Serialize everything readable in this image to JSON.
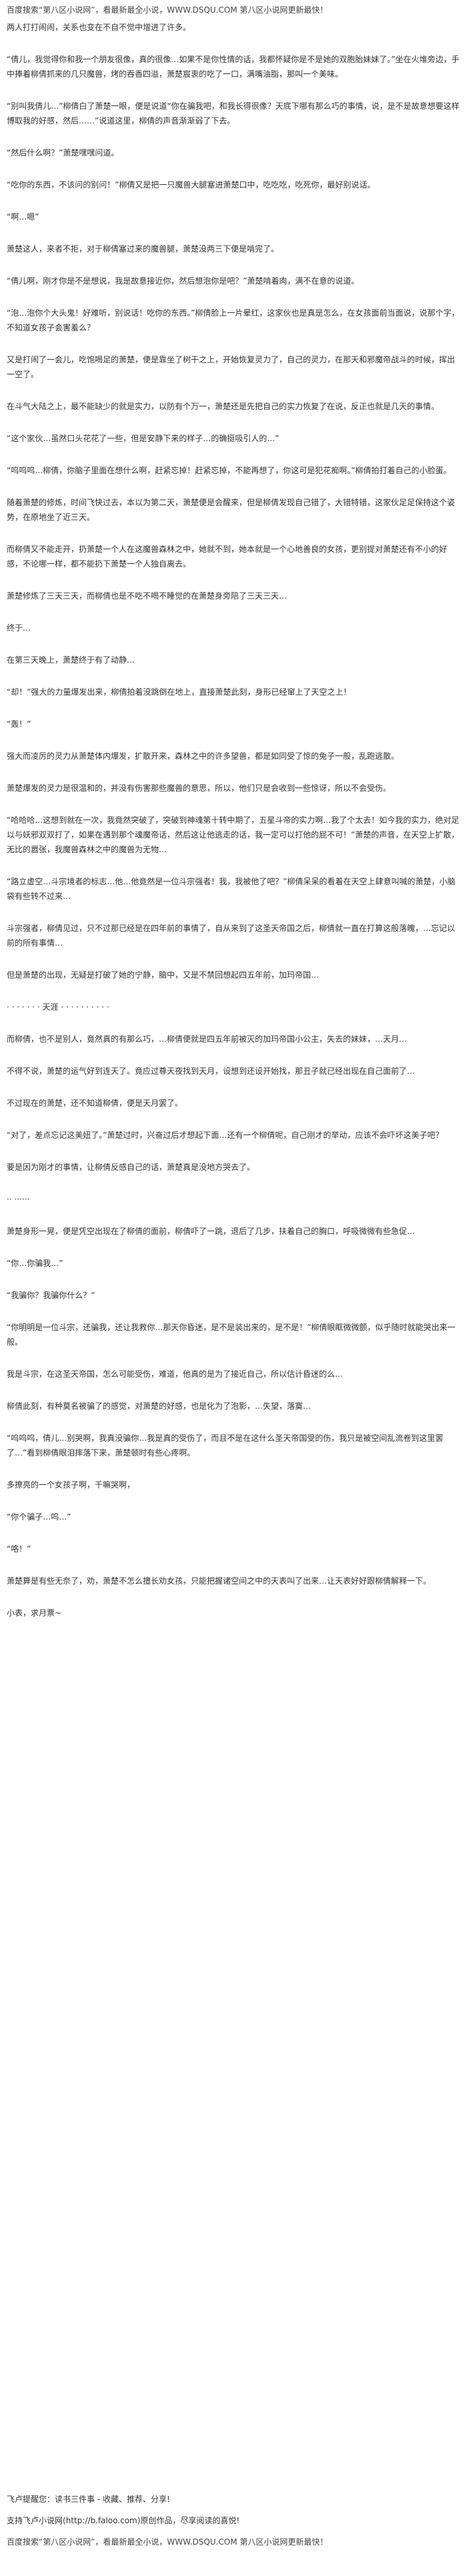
{
  "header": {
    "text": "百度搜索“第八区小说网”，看最新最全小说，WWW.DSQU.COM 第八区小说网更新最快！"
  },
  "paragraphs": [
    "两人打打闹闹，关系也变在不自不觉中增进了许多。",
    "“倩儿，我觉得你和我一个朋友很像，真的很像…如果不是你性情的话，我都怀疑你是不是她的双胞胎妹妹了。”坐在火堆旁边，手中捧着柳倩抓来的几只魔兽，烤的吞香四溢，萧楚宸衷的吃了一口，满嘴油脂，那叫一个美味。",
    "“别叫我倩儿…”柳倩白了萧楚一眼，便是说道“你在骗我吧，和我长得很像？天底下哪有那么巧的事情，说，是不是故意想要这样博取我的好感，然后……”说道这里，柳倩的声音渐渐弱了下去。",
    "“然后什么啊？”萧楚嘿嘿问道。",
    "“吃你的东西，不该问的别问！”柳倩又是把一只魔兽大腿塞进萧楚口中，吃吃吃，吃死你，最好别说话。",
    "“啊…嗯”",
    "萧楚这人，来者不拒，对于柳倩塞过来的魔兽腿，萧楚没两三下便是啃完了。",
    "“倩儿啊，刚才你是不是想说，我是故意接近你，然后想泡你是吧？”萧楚啃着肉，满不在意的说道。",
    "“泡…泡你个大头鬼！好难听，别说话！吃你的东西。”柳倩脸上一片晕红，这家伙也是真是怎么，在女孩面前当面说，说那个字，不知道女孩子会害羞么？",
    "又是打闹了一会儿，吃饱喝足的萧楚，便是靠坐了树干之上，开始恢复灵力了，自己的灵力，在那天和邪魔帝战斗的时候，挥出一空了。",
    "在斗气大陆之上，最不能缺少的就是实力，以防有个万一，萧楚还是先把自己的实力恢复了在说，反正也就是几天的事情。",
    "“这个家伙…虽然口头花花了一些，但是安静下来的样子…的确挺吸引人的…”",
    "“呜呜呜…柳倩，你脑子里面在想什么啊，赶紧忘掉！赶紧忘掉，不能再想了，你这可是犯花痴啊。”柳倩拍打着自己的小脸蛋。",
    "随着萧楚的修炼，时间飞快过去，本以为第二天，萧楚便是会醒来，但是柳倩发现自己错了，大错特错，这家伙足足保持这个姿势，在原地坐了近三天。",
    "而柳倩又不能走开，扔萧楚一个人在这魔兽森林之中，她就不到，她本就是一个心地善良的女孩，更别提对萧楚还有不小的好感，不论哪一样，都不能扔下萧楚一个人独自离去。",
    "萧楚修炼了三天三天，而柳倩也是不吃不喝不睡觉的在萧楚身旁陪了三天三天…",
    "终于…",
    "在第三天晚上，萧楚终于有了动静…",
    "“却！”强大的力量爆发出来，柳倩拍着没跳倒在地上，直接萧楚此刻，身形已经窜上了天空之上！",
    "“轰！”",
    "强大而凌厉的灵力从萧楚体内爆发，扩散开来，森林之中的许多望兽，都是如同受了惊的兔子一般，乱跑逃散。",
    "萧楚爆发的灵力是很温和的，并没有伤害那些魔兽的意思，所以，他们只是会收到一些惊讶，所以不会受伤。",
    "“哈哈哈…这想到就在一次，我竟然突破了，突破到神魂第十转中期了，五星斗帝的实力啊…我了个太去！如今我的实力，绝对足以与妖邪双双打了，如果在遇到那个魂魔帝话，然后这让他逃走的话，我一定可以打他的屁不可！”萧楚的声音，在天空上扩散，无比的嚣张，我魔兽森林之中的魔兽为无物…",
    "“路立虚空…斗宗境者的标志…他…他竟然是一位斗宗强者！我，我被他了吧？”柳倩呆呆的看着在天空上肆意叫喊的萧楚，小脑袋有些转不过来…",
    "斗宗强者，柳倩见过，只不过那已经是在四年前的事情了，自从来到了这圣天帝国之后，柳倩就一直在打算这般落魄，…忘记以前的所有事情…",
    "但是萧楚的出现，无疑是打破了她的宁静，脑中，又是不禁回想起四五年前，加玛帝国…",
    "· · · · · · · 天涯 · · · · · · · · · ·",
    "而柳倩，也不是别人，竟然真的有那么巧，…柳倩便就是四五年前被灭的加玛帝国小公主，失去的妹妹，…天月…",
    "不得不说，萧楚的运气好到连天了。竟应过尊天夜找到天月，设想到还设开始找，那丑子就已经出现在自己面前了…",
    "不过现在的萧楚，还不知道柳倩，便是天月罢了。",
    "“对了，差点忘记这美妞了。”萧楚过时，兴奋过后才想起下面…还有一个柳倩呢，自己刚才的举动，应该不会吓坏这美子吧？",
    "要是因为刚才的事情，让柳倩反感自己的话，萧楚真是没地方哭去了。",
    "·· ······",
    "萧楚身形一晃，便是凭空出现在了柳倩的面前，柳倩吓了一跳，退后了几步，扶着自己的胸口，呼吸微微有些急促…",
    "“你…你骗我…”",
    "“我骗你？我骗你什么？”",
    "“你明明是一位斗宗，还骗我，还让我救你…那天你昏迷，是不是装出来的，是不是！”柳倩眼眶微微颤，似乎随时就能哭出来一般。",
    "我是斗宗，在这圣天帝国，怎么可能受伤，难道，他真的是为了接近自己，所以估计昏迷的么…",
    "柳倩此刻，有种莫名被骗了的感觉，对萧楚的好感，也是化为了泡影，…失望，落寞…",
    "“呜呜呜，倩儿…别哭啊，我真没骗你…我是真的受伤了，而且不是在这什么圣天帝国受的伤，我只是被空间乱流卷到这里罢了…”看到柳倩眼泪摔落下来，萧楚顿时有些心疼啊。",
    "多撩亮的一个女孩子啊，千嘛哭啊，",
    "“你个骗子…呜…”",
    "“咯！”",
    "萧楚算是有些无奈了，劝，萧楚不怎么擅长劝女孩，只能把握诸空间之中的天表叫了出来…让天表好好跟柳倩解释一下。",
    "小表，求月票~"
  ],
  "footer": {
    "line1": "飞卢提醒您：读书三件事 - 收藏、推荐、分享!",
    "line2": "支持飞卢小说网(http://b.faloo.com)原创作品，尽享阅读的喜悦!",
    "line3": "百度搜索“第八区小说网”，看最新最全小说，WWW.DSQU.COM 第八区小说网更新最快！"
  }
}
